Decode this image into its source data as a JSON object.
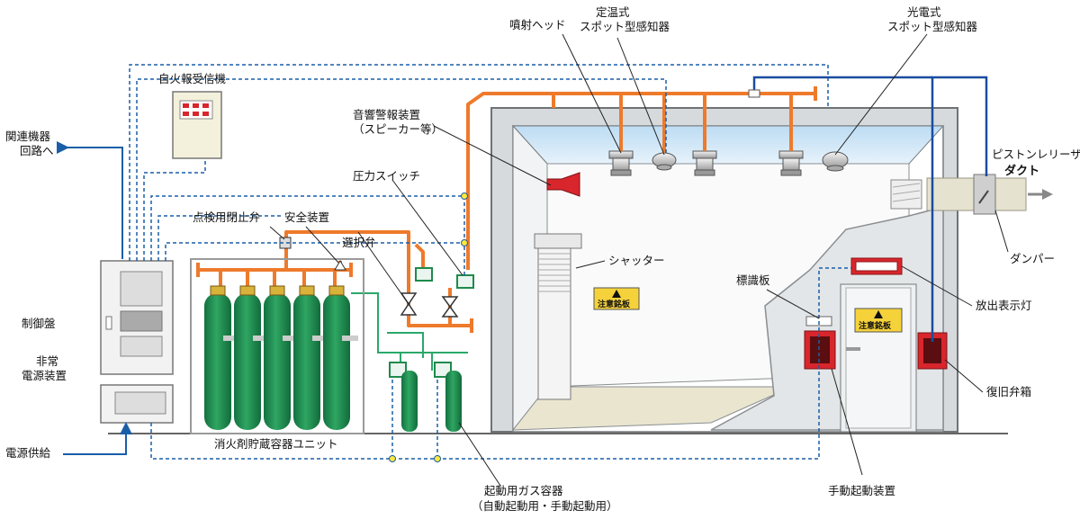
{
  "colors": {
    "pipe": "#ee7a2b",
    "cylinder": "#1f8a4c",
    "signal_wire": "#1a5ea8",
    "duct_wire": "#1a4ca0",
    "room_wall": "#d9dcde",
    "ceiling": "#cfe6f7",
    "alarm_red": "#d8262c"
  },
  "labels": {
    "related_equipment": "関連機器\n回路へ",
    "fire_alarm_receiver": "自火報受信機",
    "control_panel": "制御盤",
    "emergency_power": "非常\n電源装置",
    "power_supply": "電源供給",
    "inspection_valve": "点検用閉止弁",
    "safety_device": "安全装置",
    "selector_valve": "選択弁",
    "pressure_switch": "圧力スイッチ",
    "speaker": "音響警報装置\n（スピーカー等）",
    "nozzle": "噴射ヘッド",
    "heat_detector": "定温式\nスポット型感知器",
    "smoke_detector": "光電式\nスポット型感知器",
    "piston_releaser": "ピストンレリーザ",
    "duct": "ダクト",
    "damper": "ダンパー",
    "shutter": "シャッター",
    "sign_plate": "標識板",
    "discharge_lamp": "放出表示灯",
    "reset_box": "復旧弁箱",
    "manual_start": "手動起動装置",
    "agent_unit": "消火剤貯蔵容器ユニット",
    "start_gas": "起動用ガス容器\n（自動起動用・手動起動用）",
    "caution_sign": "注意銘板"
  }
}
